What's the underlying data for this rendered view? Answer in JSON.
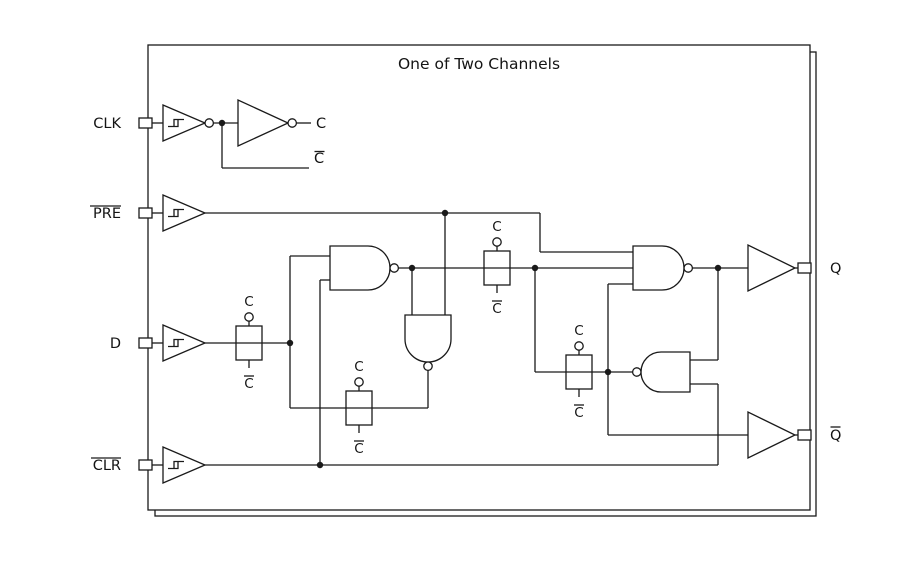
{
  "title": "One of Two Channels",
  "inputs": [
    {
      "label": "CLK",
      "overline": false
    },
    {
      "label": "PRE",
      "overline": true
    },
    {
      "label": "D",
      "overline": false
    },
    {
      "label": "CLR",
      "overline": true
    }
  ],
  "outputs": [
    {
      "label": "Q",
      "overline": false
    },
    {
      "label": "Q",
      "overline": true
    }
  ],
  "clock_nets": [
    {
      "label": "C",
      "overline": false
    },
    {
      "label": "C",
      "overline": true
    }
  ],
  "tg_labels": {
    "top": "C",
    "top_overline": false,
    "bottom": "C",
    "bottom_overline": true
  },
  "colors": {
    "line": "#1a1a1a",
    "background": "#ffffff"
  }
}
